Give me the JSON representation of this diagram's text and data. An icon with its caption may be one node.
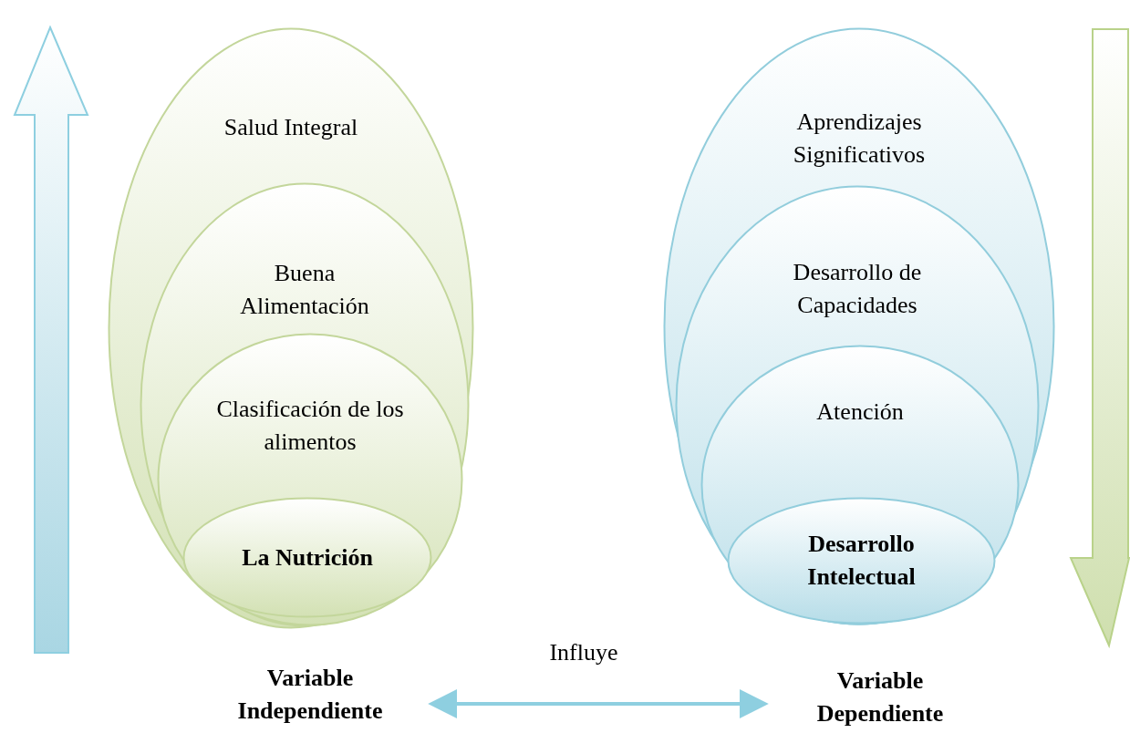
{
  "diagram": {
    "nodes": [
      {
        "text": [
          "Salud Integral"
        ]
      },
      {
        "text": [
          "Buena Alimentación"
        ],
        "in": 0
      },
      {
        "text": [
          "Clasificación de los alimentos"
        ],
        "in": 1
      },
      {
        "text": [
          "La Nutrición"
        ],
        "in": 2
      },
      {
        "text": [
          "Aprendizajes Significativos"
        ]
      },
      {
        "text": [
          "Desarrollo de Capacidades"
        ],
        "in": 4
      },
      {
        "text": [
          "Atención"
        ],
        "in": 5
      },
      {
        "text": [
          "Desarrollo Intelectual"
        ],
        "in": 6
      },
      {
        "text": [
          "Variable Independiente"
        ]
      },
      {
        "text": [
          "Variable Dependiente"
        ]
      }
    ],
    "edges": [
      {
        "from": 8,
        "to": 9,
        "arrow": "both",
        "label": "Influye"
      }
    ]
  }
}
